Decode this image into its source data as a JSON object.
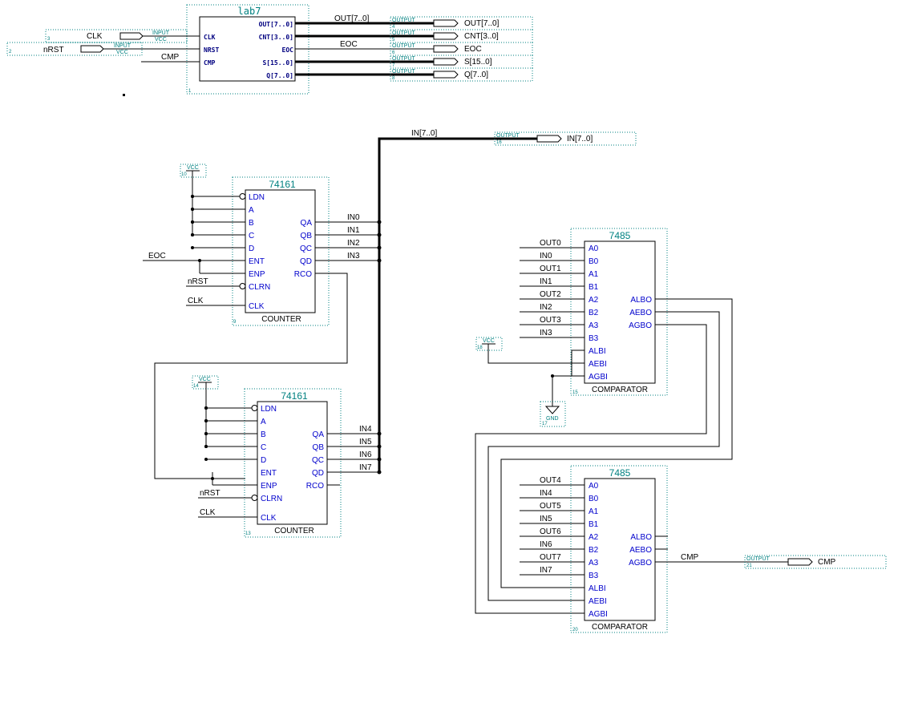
{
  "lab7": {
    "title": "lab7",
    "left_pins": [
      "CLK",
      "NRST",
      "CMP"
    ],
    "right_pins": [
      "OUT[7..0]",
      "CNT[3..0]",
      "EOC",
      "S[15..0]",
      "Q[7..0]"
    ],
    "index": "1"
  },
  "top_inputs": [
    {
      "label": "CLK",
      "num": "3",
      "tag": "INPUT",
      "sub": "VCC"
    },
    {
      "label": "nRST",
      "num": "2",
      "tag": "INPUT",
      "sub": "VCC"
    }
  ],
  "top_cmp_wire": "CMP",
  "top_wires": [
    "OUT[7..0]",
    "EOC"
  ],
  "top_outputs": [
    {
      "label": "OUT[7..0]",
      "num": "4",
      "tag": "OUTPUT"
    },
    {
      "label": "CNT[3..0]",
      "num": "5",
      "tag": "OUTPUT"
    },
    {
      "label": "EOC",
      "num": "6",
      "tag": "OUTPUT"
    },
    {
      "label": "S[15..0]",
      "num": "7",
      "tag": "OUTPUT"
    },
    {
      "label": "Q[7..0]",
      "num": "8",
      "tag": "OUTPUT"
    }
  ],
  "in_bus": {
    "label": "IN[7..0]",
    "out_label": "IN[7..0]",
    "num": "16",
    "tag": "OUTPUT"
  },
  "counter1": {
    "title": "74161",
    "footer": "COUNTER",
    "index": "9",
    "left_pins": [
      "LDN",
      "A",
      "B",
      "C",
      "D",
      "ENT",
      "ENP",
      "CLRN",
      "CLK"
    ],
    "right_pins": [
      "QA",
      "QB",
      "QC",
      "QD",
      "RCO"
    ],
    "outs": [
      "IN0",
      "IN1",
      "IN2",
      "IN3"
    ],
    "vcc": {
      "label": "VCC",
      "num": "10"
    },
    "inputs": [
      "EOC",
      "nRST",
      "CLK"
    ]
  },
  "counter2": {
    "title": "74161",
    "footer": "COUNTER",
    "index": "13",
    "left_pins": [
      "LDN",
      "A",
      "B",
      "C",
      "D",
      "ENT",
      "ENP",
      "CLRN",
      "CLK"
    ],
    "right_pins": [
      "QA",
      "QB",
      "QC",
      "QD",
      "RCO"
    ],
    "outs": [
      "IN4",
      "IN5",
      "IN6",
      "IN7"
    ],
    "vcc": {
      "label": "VCC",
      "num": "14"
    },
    "inputs": [
      "nRST",
      "CLK"
    ]
  },
  "comp1": {
    "title": "7485",
    "footer": "COMPARATOR",
    "index": "15",
    "left_pins": [
      "A0",
      "B0",
      "A1",
      "B1",
      "A2",
      "B2",
      "A3",
      "B3",
      "ALBI",
      "AEBI",
      "AGBI"
    ],
    "right_pins": [
      "ALBO",
      "AEBO",
      "AGBO"
    ],
    "nets": [
      "OUT0",
      "IN0",
      "OUT1",
      "IN1",
      "OUT2",
      "IN2",
      "OUT3",
      "IN3"
    ],
    "vcc": {
      "label": "VCC",
      "num": "18"
    },
    "gnd": {
      "label": "GND",
      "num": "17"
    }
  },
  "comp2": {
    "title": "7485",
    "footer": "COMPARATOR",
    "index": "20",
    "left_pins": [
      "A0",
      "B0",
      "A1",
      "B1",
      "A2",
      "B2",
      "A3",
      "B3",
      "ALBI",
      "AEBI",
      "AGBI"
    ],
    "right_pins": [
      "ALBO",
      "AEBO",
      "AGBO"
    ],
    "nets": [
      "OUT4",
      "IN4",
      "OUT5",
      "IN5",
      "OUT6",
      "IN6",
      "OUT7",
      "IN7"
    ],
    "cmp_wire": "CMP"
  },
  "cmp_out": {
    "label": "CMP",
    "num": "21",
    "tag": "OUTPUT"
  }
}
